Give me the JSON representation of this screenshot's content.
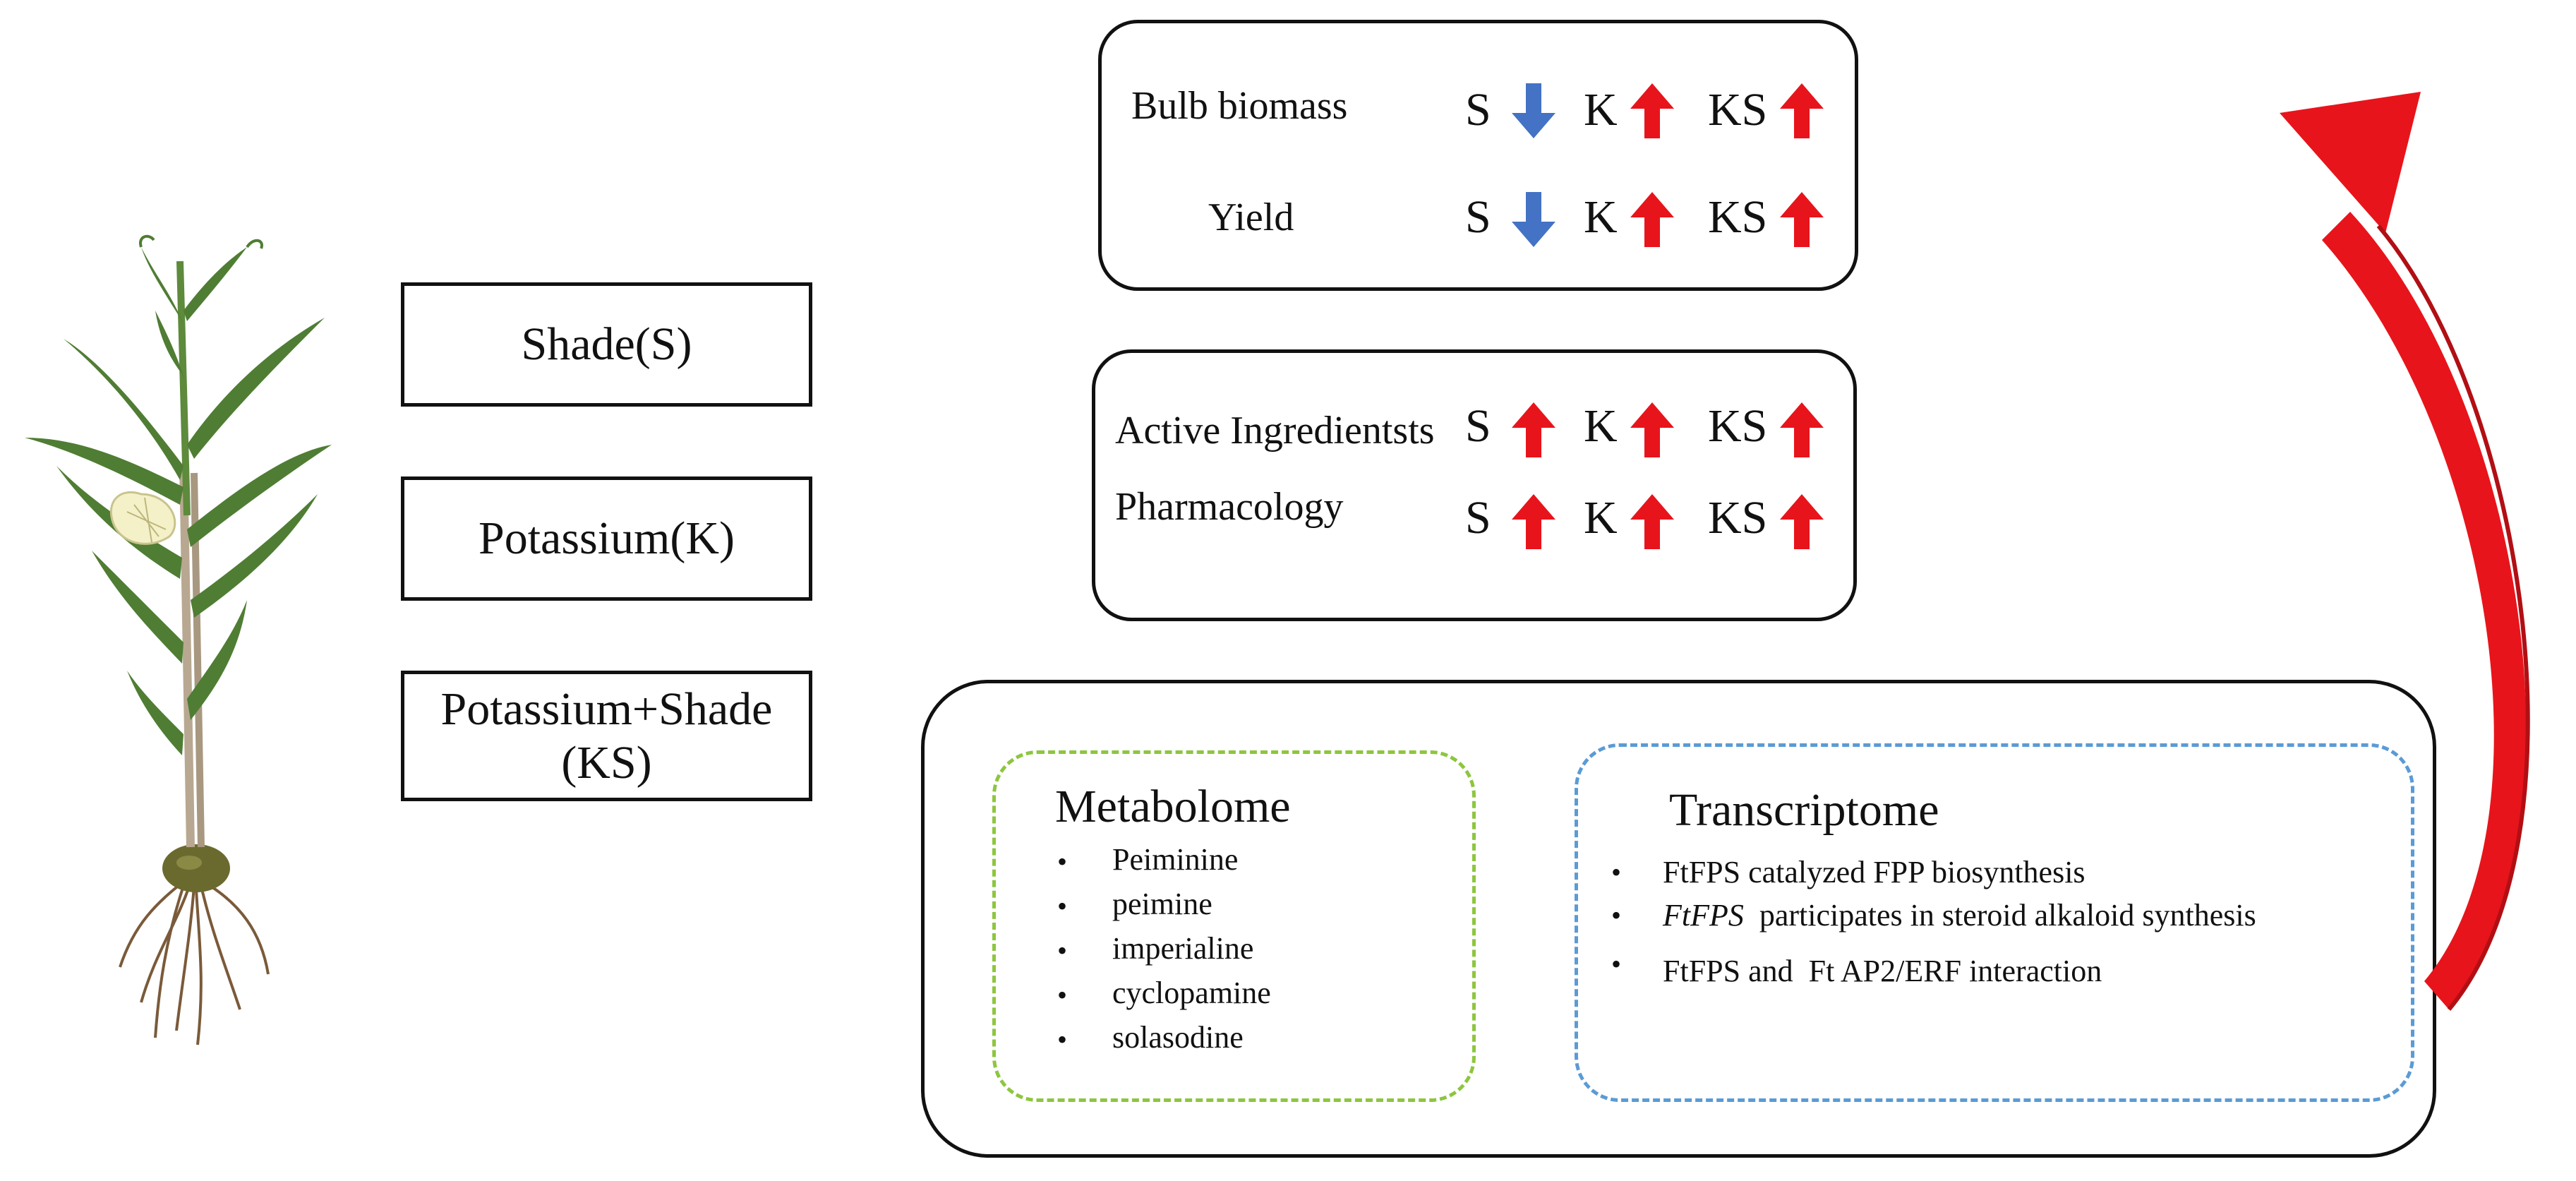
{
  "treatments": [
    "Shade(S)",
    "Potassium(K)",
    "Potassium+Shade",
    "(KS)"
  ],
  "panel1": {
    "rows": [
      {
        "label": "Bulb biomass",
        "effects": [
          {
            "code": "S",
            "dir": "down"
          },
          {
            "code": "K",
            "dir": "up"
          },
          {
            "code": "KS",
            "dir": "up"
          }
        ]
      },
      {
        "label": "Yield",
        "effects": [
          {
            "code": "S",
            "dir": "down"
          },
          {
            "code": "K",
            "dir": "up"
          },
          {
            "code": "KS",
            "dir": "up"
          }
        ]
      }
    ]
  },
  "panel2": {
    "rows": [
      {
        "label": "Active Ingredientsts",
        "effects": [
          {
            "code": "S",
            "dir": "up"
          },
          {
            "code": "K",
            "dir": "up"
          },
          {
            "code": "KS",
            "dir": "up"
          }
        ]
      },
      {
        "label": "Pharmacology",
        "effects": [
          {
            "code": "S",
            "dir": "up"
          },
          {
            "code": "K",
            "dir": "up"
          },
          {
            "code": "KS",
            "dir": "up"
          }
        ]
      }
    ]
  },
  "metabolome": {
    "title": "Metabolome",
    "bullet": "•",
    "items": [
      "Peiminine",
      "peimine",
      "imperialine",
      "cyclopamine",
      "solasodine"
    ]
  },
  "transcriptome": {
    "title": "Transcriptome",
    "bullet": "•",
    "items": [
      {
        "em": "",
        "text": "FtFPS  catalyzed FPP biosynthesis"
      },
      {
        "em": "FtFPS",
        "text": "  participates in steroid alkaloid synthesis"
      },
      {
        "em": "",
        "text": "FtFPS and  Ft AP2/ERF interaction"
      }
    ]
  },
  "colors": {
    "up": "#e8141b",
    "down": "#4472c4",
    "green_dash": "#8dc63f",
    "blue_dash": "#5b9bd5",
    "curve": "#e8141b"
  },
  "icons": {
    "up": "red-up-arrow-icon",
    "down": "blue-down-arrow-icon",
    "plant": "fritillaria-plant-illustration",
    "feedback": "curved-feedback-arrow"
  }
}
